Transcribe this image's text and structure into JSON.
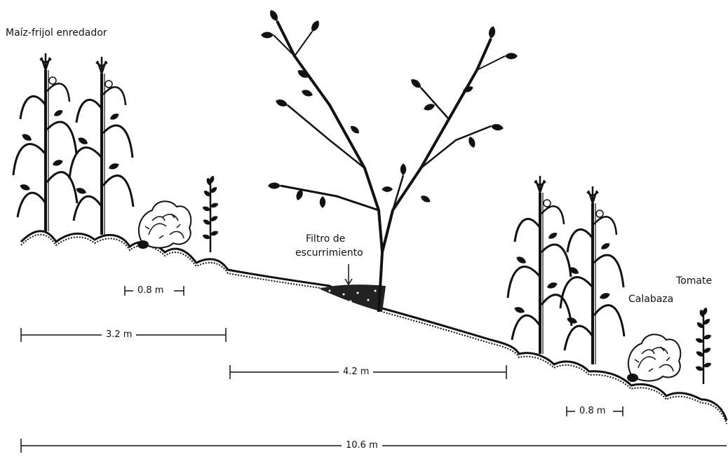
{
  "labels": {
    "maiz_frijol": "Maíz-frijol enredador",
    "filtro_line1": "Filtro de",
    "filtro_line2": "escurrimiento",
    "tomate": "Tomate",
    "calabaza": "Calabaza"
  },
  "dimensions": {
    "left_row_spacing": "0.8 m",
    "left_terrace": "3.2 m",
    "slope": "4.2 m",
    "right_row_spacing": "0.8 m",
    "total": "10.6 m"
  },
  "colors": {
    "ink": "#111111",
    "background": "#ffffff"
  }
}
